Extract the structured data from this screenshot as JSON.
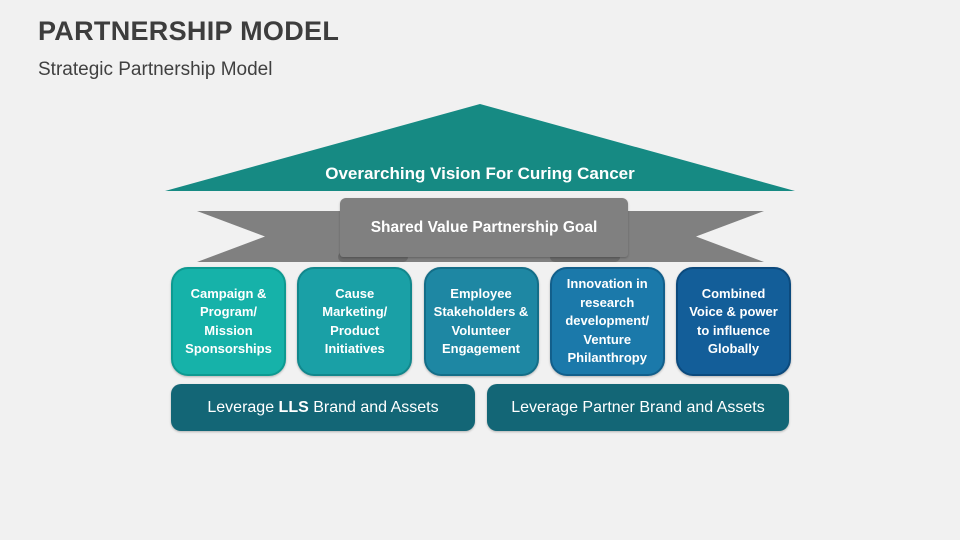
{
  "slide": {
    "title": "PARTNERSHIP MODEL",
    "subtitle": "Strategic Partnership Model",
    "background": "#f1f1f1"
  },
  "vision_banner": {
    "label": "Overarching Vision For Curing Cancer",
    "color": "#168a83"
  },
  "goal_ribbon": {
    "label": "Shared Value Partnership Goal",
    "color": "#808080",
    "fold_color": "#6a6a6a"
  },
  "pillars": [
    {
      "label": "Campaign &\nProgram/\nMission\nSponsorships",
      "fill": "#16b2a9",
      "border": "#0d9a91"
    },
    {
      "label": "Cause\nMarketing/\nProduct\nInitiatives",
      "fill": "#1aa0a6",
      "border": "#12878c"
    },
    {
      "label": "Employee\nStakeholders &\nVolunteer\nEngagement",
      "fill": "#1e87a3",
      "border": "#146e88"
    },
    {
      "label": "Innovation in\nresearch\ndevelopment/\nVenture\nPhilanthropy",
      "fill": "#1b79aa",
      "border": "#125f8b"
    },
    {
      "label": "Combined\nVoice & power\nto influence\nGlobally",
      "fill": "#135e99",
      "border": "#0c4a7d"
    }
  ],
  "foundation_bars": [
    {
      "prefix": "Leverage ",
      "emphasis": "LLS",
      "suffix": " Brand and Assets",
      "fill": "#136676"
    },
    {
      "prefix": "Leverage Partner Brand and Assets",
      "emphasis": "",
      "suffix": "",
      "fill": "#136676"
    }
  ]
}
